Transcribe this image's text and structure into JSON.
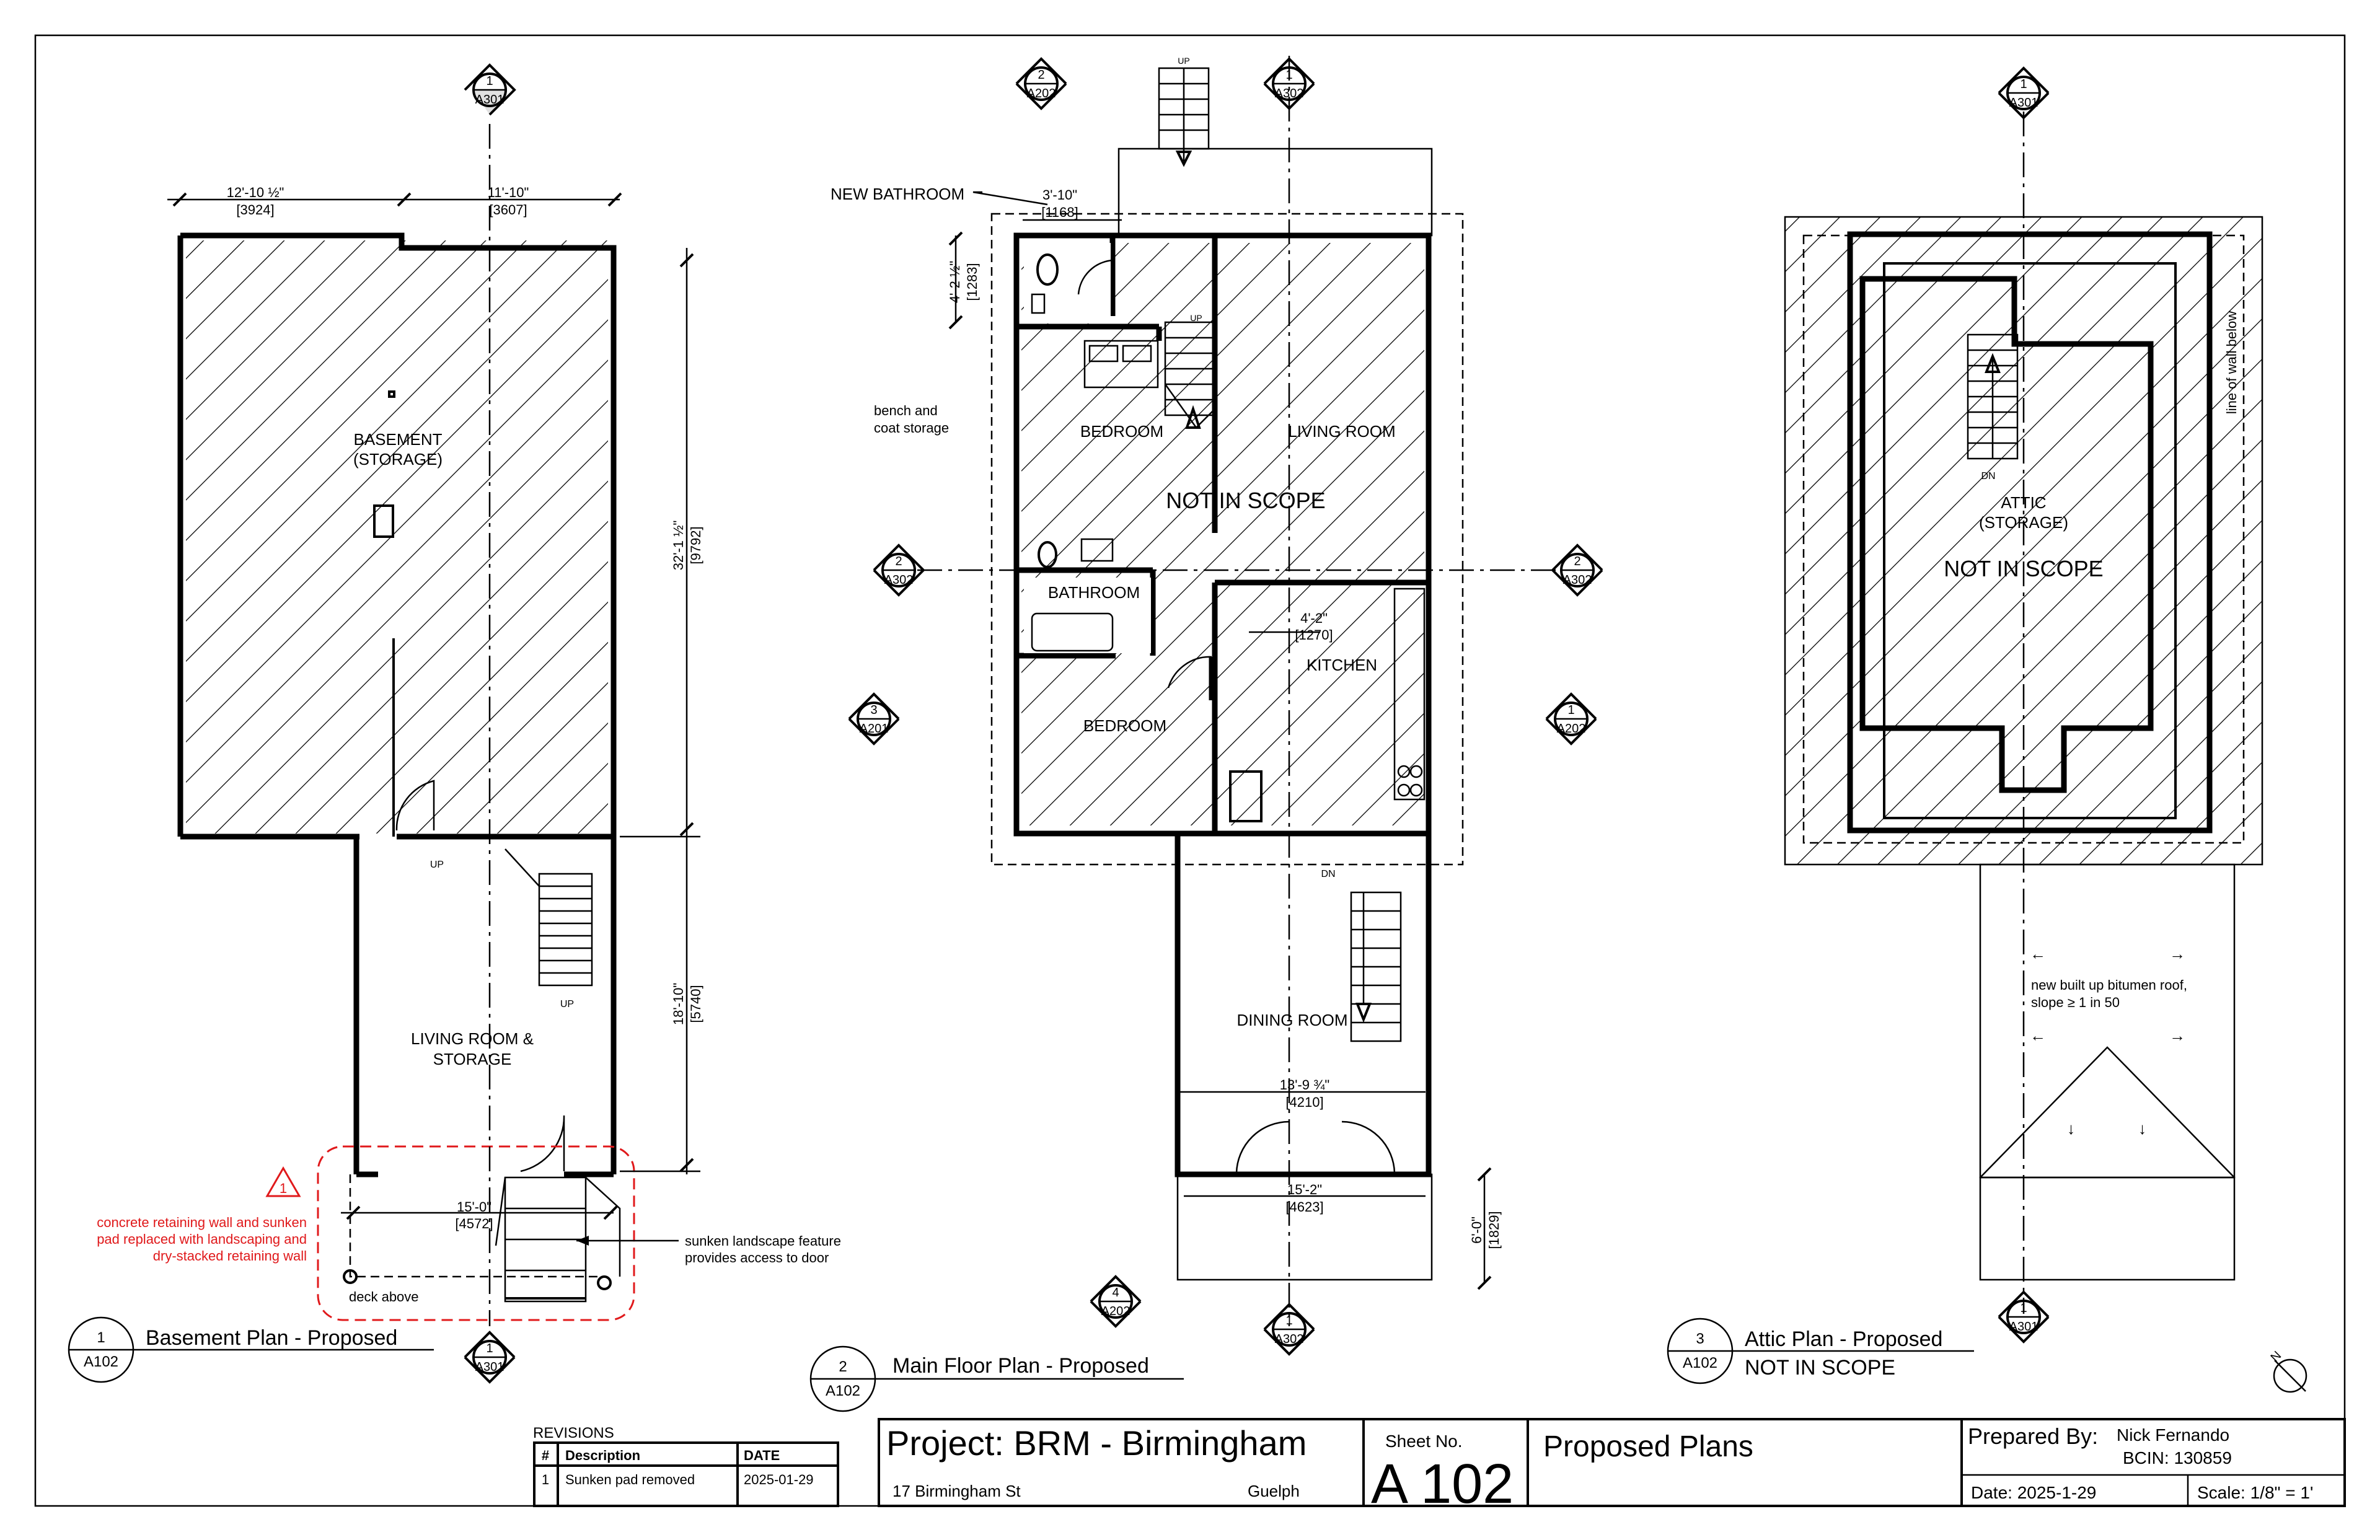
{
  "title_block": {
    "project": "Project: BRM - Birmingham",
    "address": "17 Birmingham St",
    "city": "Guelph",
    "sheet_label": "Sheet No.",
    "sheet_number": "A 102",
    "sheet_title": "Proposed Plans",
    "prepared_label": "Prepared By:",
    "prepared_name": "Nick Fernando",
    "bcin": "BCIN: 130859",
    "date": "Date: 2025-1-29",
    "scale": "Scale: 1/8\" = 1'"
  },
  "revisions": {
    "label": "REVISIONS",
    "headers": [
      "#",
      "Description",
      "DATE"
    ],
    "rows": [
      {
        "num": "1",
        "desc": "Sunken pad removed",
        "date": "2025-01-29"
      }
    ]
  },
  "views": [
    {
      "num": "1",
      "sheet": "A102",
      "title": "Basement Plan - Proposed",
      "sub": ""
    },
    {
      "num": "2",
      "sheet": "A102",
      "title": "Main Floor Plan - Proposed",
      "sub": ""
    },
    {
      "num": "3",
      "sheet": "A102",
      "title": "Attic Plan - Proposed",
      "sub": "NOT IN SCOPE"
    }
  ],
  "basement": {
    "room1": [
      "BASEMENT",
      "(STORAGE)"
    ],
    "room2": [
      "LIVING ROOM &",
      "STORAGE"
    ],
    "up1": "UP",
    "up2": "UP",
    "dim_w1": "12'-10 ½\"",
    "dim_w1m": "[3924]",
    "dim_w2": "11'-10\"",
    "dim_w2m": "[3607]",
    "dim_h1": "32'-1 ½\"",
    "dim_h1m": "[9792]",
    "dim_h2": "18'-10\"",
    "dim_h2m": "[5740]",
    "dim_w3": "15'-0\"",
    "dim_w3m": "[4572]",
    "note_red": [
      "concrete retaining wall and sunken",
      "pad replaced with landscaping and",
      "dry-stacked retaining wall"
    ],
    "note_sunken": [
      "sunken landscape feature",
      "provides access to door"
    ],
    "deck": "deck above",
    "rev_tag": "1"
  },
  "main": {
    "new_bath": "NEW BATHROOM",
    "bench": [
      "bench and",
      "coat storage"
    ],
    "bedroom1": "BEDROOM",
    "living": "LIVING ROOM",
    "not_scope": "NOT IN SCOPE",
    "bathroom": "BATHROOM",
    "bedroom2": "BEDROOM",
    "kitchen": "KITCHEN",
    "dining": "DINING ROOM",
    "up_top": "UP",
    "up_stair": "UP",
    "dn": "DN",
    "dim_bath_w": "3'-10\"",
    "dim_bath_wm": "[1168]",
    "dim_bath_h": "4'-2 ½\"",
    "dim_bath_hm": "[1283]",
    "dim_k": "4'-2\"",
    "dim_km": "[1270]",
    "dim_dining": "13'-9 ¾\"",
    "dim_diningm": "[4210]",
    "dim_porch": "15'-2\"",
    "dim_porchm": "[4623]",
    "dim_porch_h": "6'-0\"",
    "dim_porch_hm": "[1829]"
  },
  "attic": {
    "room": [
      "ATTIC",
      "(STORAGE)"
    ],
    "not_scope": "NOT IN SCOPE",
    "dn": "DN",
    "wall_note": "line of wall below",
    "roof_note": [
      "new built up bitumen roof,",
      "slope ≥ 1 in 50"
    ]
  },
  "markers": [
    {
      "num": "1",
      "ref": "A301"
    },
    {
      "num": "1",
      "ref": "A301"
    },
    {
      "num": "2",
      "ref": "A202"
    },
    {
      "num": "1",
      "ref": "A302"
    },
    {
      "num": "2",
      "ref": "A302"
    },
    {
      "num": "2",
      "ref": "A302"
    },
    {
      "num": "3",
      "ref": "A201"
    },
    {
      "num": "1",
      "ref": "A202"
    },
    {
      "num": "4",
      "ref": "A202"
    },
    {
      "num": "1",
      "ref": "A302"
    },
    {
      "num": "1",
      "ref": "A301"
    },
    {
      "num": "1",
      "ref": "A301"
    }
  ],
  "north": "N"
}
